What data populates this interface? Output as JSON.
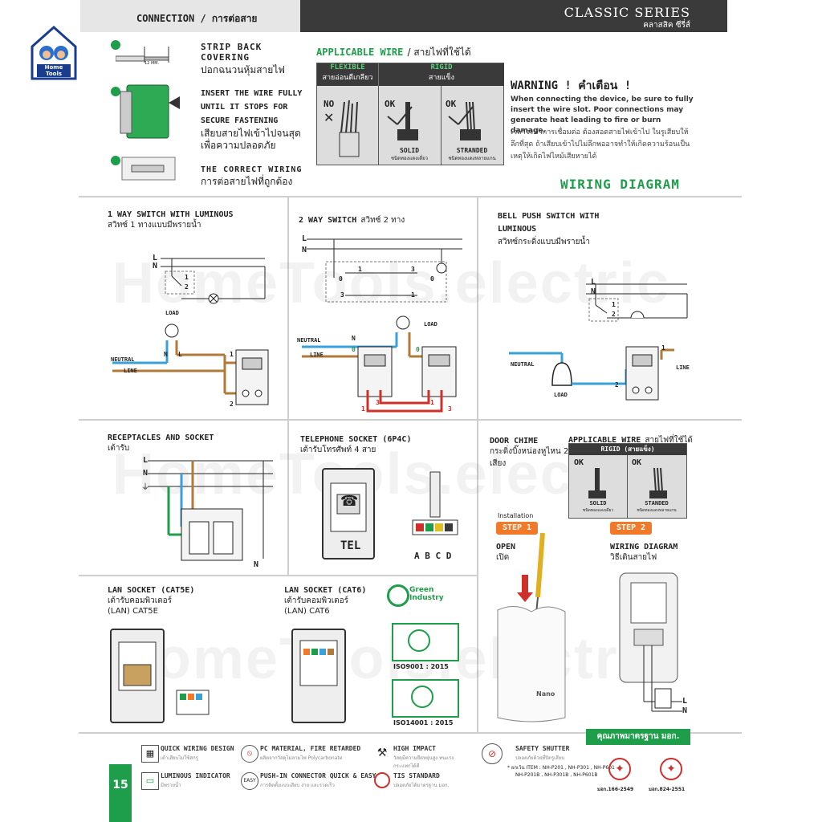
{
  "logo": {
    "line1": "Home",
    "line2": "Tools"
  },
  "header": {
    "connection": "CONNECTION / การต่อสาย",
    "series": "CLASSIC SERIES",
    "series_thai": "คลาสสิค ซีรี่ส์"
  },
  "steps": [
    {
      "en": "STRIP BACK COVERING",
      "th": "ปอกฉนวนหุ้มสายไฟ"
    },
    {
      "en": "INSERT THE WIRE FULLY UNTIL IT STOPS FOR SECURE FASTENING",
      "th": "เสียบสายไฟเข้าไปจนสุดเพื่อความปลอดภัย"
    },
    {
      "en": "THE CORRECT WIRING",
      "th": "การต่อสายไฟที่ถูกต้อง"
    }
  ],
  "strip_length": "12 MM.",
  "applicable_wire": {
    "title": "APPLICABLE WIRE",
    "title_th": "/ สายไฟที่ใช้ได้",
    "flexible": "FLEXIBLE",
    "flexible_th": "สายอ่อนตีเกลียว",
    "rigid": "RIGID",
    "rigid_th": "สายแข็ง",
    "no": "NO",
    "ok1": "OK",
    "ok2": "OK",
    "solid": "SOLID",
    "solid_th": "ชนิดทองแดงเดี่ยว",
    "stranded": "STRANDED",
    "stranded_th": "ชนิดทองแดงหลายแกน"
  },
  "warning": {
    "title": "WARNING ! คำเตือน !",
    "text": "When connecting the device, be sure to fully insert the wire slot. Poor connections may generate heat leading to fire or burn damage.",
    "text_th": "เวลาจะทำการเชื่อมต่อ ต้องสอดสายไฟเข้าไป ในรูเสียบให้ลึกที่สุด ถ้าเสียบเข้าไปไม่ลึกพออาจทำให้เกิดความร้อนเป็นเหตุให้เกิดไฟไหม้เสียหายได้"
  },
  "wiring_diagram": "WIRING DIAGRAM",
  "sections": {
    "one_way": {
      "title": "1 WAY SWITCH WITH LUMINOUS",
      "title_th": "สวิทซ์ 1 ทางแบบมีพรายน้ำ"
    },
    "two_way": {
      "title": "2 WAY SWITCH",
      "title_th": "สวิทซ์ 2 ทาง"
    },
    "bell": {
      "title": "BELL PUSH SWITCH WITH LUMINOUS",
      "title_th": "สวิทซ์กระดิ่งแบบมีพรายน้ำ"
    },
    "receptacle": {
      "title": "RECEPTACLES AND SOCKET",
      "title_th": "เต้ารับ"
    },
    "telephone": {
      "title": "TELEPHONE SOCKET (6P4C)",
      "title_th": "เต้ารับโทรศัพท์ 4 สาย"
    },
    "chime": {
      "title": "DOOR CHIME",
      "title_th": "กระดิ่งบิ๊งหน่องหูไหน 2 เสียง"
    },
    "lan5": {
      "title": "LAN SOCKET (CAT5E)",
      "title_th": "เต้ารับคอมพิวเตอร์",
      "sub": "(LAN) CAT5E"
    },
    "lan6": {
      "title": "LAN SOCKET (CAT6)",
      "title_th": "เต้ารับคอมพิวเตอร์",
      "sub": "(LAN) CAT6"
    }
  },
  "labels": {
    "L": "L",
    "N": "N",
    "load": "LOAD",
    "neutral": "NEUTRAL",
    "line": "LINE",
    "tel": "TEL",
    "abcd": "A B C D",
    "n1": "1",
    "n2": "2",
    "n3": "3",
    "n0": "0"
  },
  "chime_wire": {
    "title": "APPLICABLE WIRE",
    "title_th": "สายไฟที่ใช้ได้",
    "rigid": "RIGID (สายแข็ง)",
    "ok": "OK",
    "solid": "SOLID",
    "solid_th": "ชนิดทองแดงเดี่ยว",
    "standed": "STANDED",
    "standed_th": "ชนิดทองแดงหลายแกน",
    "installation": "Installation",
    "step1": "STEP 1",
    "step2": "STEP 2",
    "open": "OPEN",
    "open_th": "เปิด",
    "wd": "WIRING DIAGRAM",
    "wd_th": "วิธีเดินสายไฟ",
    "brand": "Nano"
  },
  "certs": {
    "green": "Green Industry",
    "iso9": "ISO9001 : 2015",
    "iso14": "ISO14001 : 2015"
  },
  "features": [
    {
      "t": "QUICK WIRING DESIGN",
      "s": "เต้าเสียบไม่ใช้สกรู"
    },
    {
      "t": "PC MATERIAL, FIRE RETARDED",
      "s": "ผลิตจากวัสดุไม่ลามไฟ Polycarbonate"
    },
    {
      "t": "HIGH IMPACT",
      "s": "วัสดุมีความยืดหยุ่นสูง ทนแรงกระแทกได้ดี"
    },
    {
      "t": "SAFETY SHUTTER",
      "s": "ปลอดภัยด้วยที่ปิดรูเสียบ"
    },
    {
      "t": "LUMINOUS INDICATOR",
      "s": "มีพรายน้ำ"
    },
    {
      "t": "PUSH-IN CONNECTOR QUICK & EASY",
      "s": "การติดตั้งแบบเสียบ ง่าย และรวดเร็ว"
    },
    {
      "t": "TIS STANDARD",
      "s": "ปลอดภัยได้มาตรฐาน มอก."
    }
  ],
  "items": {
    "line1": "* ยกเว้น ITEM : NH-P201 , NH-P301 , NH-P601",
    "line2": "NH-P201B , NH-P301B , NH-P601B"
  },
  "tis": {
    "banner": "คุณภาพมาตรฐาน มอก.",
    "m1": "มอก.166-2549",
    "m2": "มอก.824-2551"
  },
  "page_number": "15",
  "watermark": "HomeTools.electric",
  "colors": {
    "green": "#1e9e4a",
    "dark": "#3a3a3a",
    "blue": "#3aa0d8",
    "brown": "#b07a3a",
    "red": "#d0302a"
  }
}
